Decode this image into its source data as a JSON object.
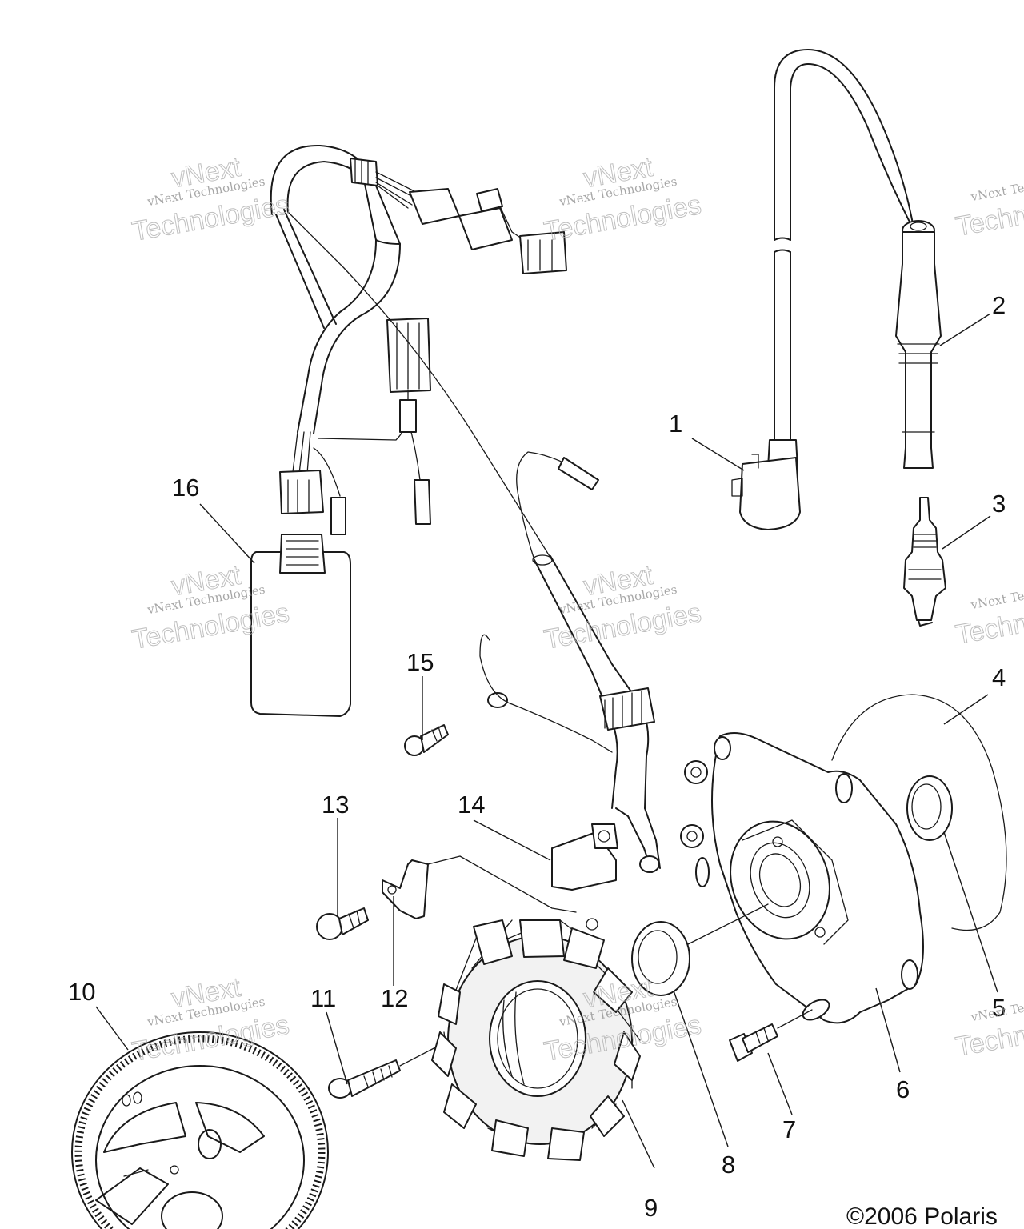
{
  "callouts": {
    "c1": "1",
    "c2": "2",
    "c3": "3",
    "c4": "4",
    "c5": "5",
    "c6": "6",
    "c7": "7",
    "c8": "8",
    "c9": "9",
    "c10": "10",
    "c11": "11",
    "c12": "12",
    "c13": "13",
    "c14": "14",
    "c15": "15",
    "c16": "16"
  },
  "watermark": {
    "line1": "vNext Technologies",
    "line2a": "vNext",
    "line2b": "Technologies"
  },
  "copyright": "©2006 Polaris",
  "colors": {
    "line": "#1a1a1a",
    "watermark": "#b0b0b0"
  }
}
